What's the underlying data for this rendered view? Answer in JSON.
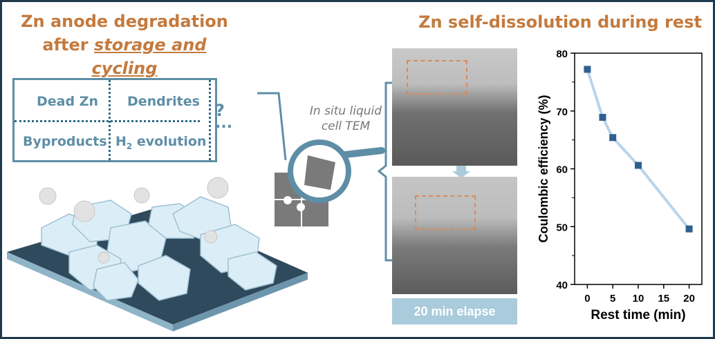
{
  "left": {
    "title_line1": "Zn anode degradation",
    "title_line2_prefix": "after ",
    "title_line2_em": "storage and cycling",
    "table": {
      "dead_zn": "Dead Zn",
      "dendrites": "Dendrites",
      "byproducts": "Byproducts",
      "h2_prefix": "H",
      "h2_sub": "2",
      "h2_suffix": " evolution",
      "question": "?",
      "ellipsis": "..."
    }
  },
  "middle": {
    "method_line1": "In situ liquid",
    "method_line2": "cell TEM",
    "elapse_label": "20 min elapse"
  },
  "right": {
    "title": "Zn self-dissolution during rest"
  },
  "colors": {
    "accent_orange": "#c47a3d",
    "accent_blue": "#5e8ea6",
    "marker": "#2f5f8f",
    "line": "#b9d4ea"
  },
  "chart_data": {
    "type": "line",
    "title": "",
    "xlabel": "Rest time (min)",
    "ylabel": "Coulombic efficiency (%)",
    "x": [
      0,
      3,
      5,
      10,
      20
    ],
    "y": [
      77.2,
      68.9,
      65.4,
      60.6,
      49.6
    ],
    "xlim": [
      -2.5,
      22.5
    ],
    "ylim": [
      40,
      80
    ],
    "xticks": [
      0,
      5,
      10,
      15,
      20
    ],
    "yticks": [
      40,
      50,
      60,
      70,
      80
    ],
    "grid": false
  }
}
